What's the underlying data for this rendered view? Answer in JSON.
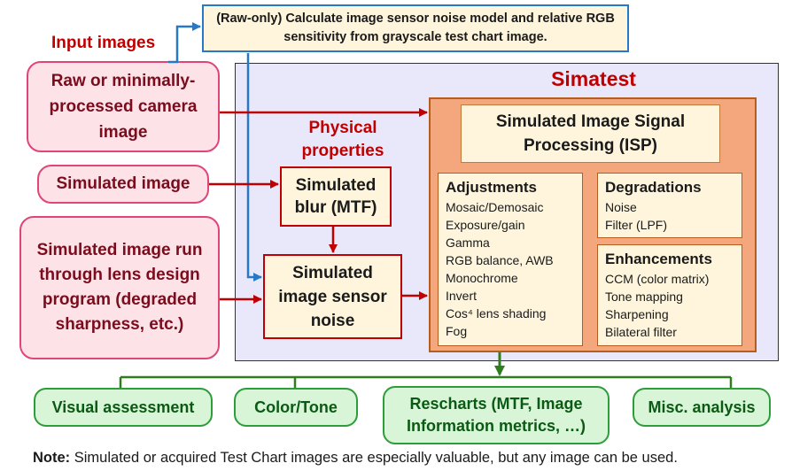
{
  "top_box": "(Raw-only)  Calculate image sensor noise model and relative RGB sensitivity from grayscale test chart image.",
  "input_images_label": "Input images",
  "physical_properties_label": "Physical properties",
  "simatest_label": "Simatest",
  "inputs": [
    "Raw or minimally-processed camera image",
    "Simulated image",
    "Simulated image run through lens design program (degraded sharpness, etc.)"
  ],
  "blur_box": "Simulated blur (MTF)",
  "noise_box": "Simulated image sensor noise",
  "isp_box": "Simulated Image Signal Processing (ISP)",
  "adjustments": {
    "title": "Adjustments",
    "items": [
      "Mosaic/Demosaic",
      "Exposure/gain",
      "Gamma",
      "RGB balance, AWB",
      "Monochrome",
      "Invert",
      "Cos⁴ lens shading",
      "Fog"
    ]
  },
  "degradations": {
    "title": "Degradations",
    "items": [
      "Noise",
      "Filter (LPF)"
    ]
  },
  "enhancements": {
    "title": "Enhancements",
    "items": [
      "CCM (color matrix)",
      "Tone mapping",
      "Sharpening",
      "Bilateral filter"
    ]
  },
  "outputs": [
    "Visual assessment",
    "Color/Tone",
    "Rescharts (MTF, Image Information metrics, …)",
    "Misc. analysis"
  ],
  "note": {
    "label": "Note:",
    "text": " Simulated or acquired Test Chart images are especially valuable, but any image can be used."
  },
  "colors": {
    "arrow_red": "#c00000",
    "arrow_blue": "#2878c8",
    "arrow_green": "#2e7d1e",
    "simatest_bg": "#e8e8fa",
    "isp_bg": "#f4a77c"
  }
}
